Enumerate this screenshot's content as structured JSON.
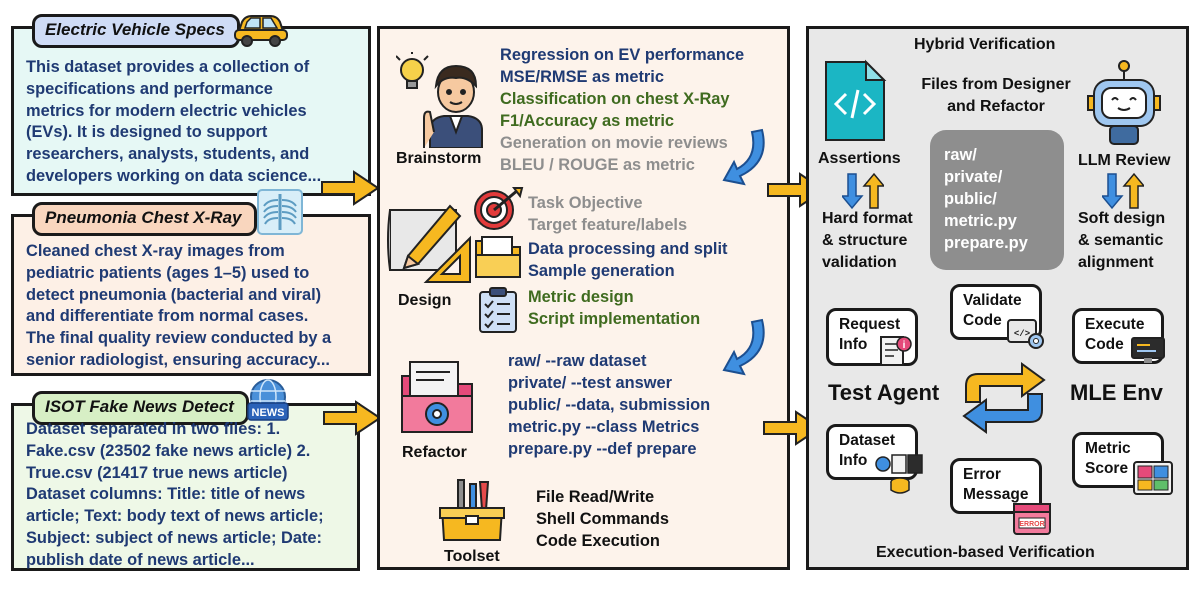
{
  "colors": {
    "navy": "#1f3a73",
    "green": "#3f6b1f",
    "gray": "#8e8e8e",
    "ev_bg": "#e6f8f5",
    "ev_title_bg": "#cfdcf6",
    "pneu_bg": "#fdf0e6",
    "pneu_title_bg": "#f9d6be",
    "isot_bg": "#eef8e7",
    "isot_title_bg": "#d7efc5",
    "mid_bg": "#fdf3eb",
    "right_bg": "#e8e8e8",
    "arrow": "#f6b820"
  },
  "datasets": {
    "ev": {
      "title": "Electric Vehicle Specs",
      "lines": [
        "This dataset provides a collection of",
        "specifications and performance",
        "metrics for modern electric vehicles",
        "(EVs). It is designed to support",
        "researchers, analysts, students, and",
        "developers working on data science..."
      ]
    },
    "pneumonia": {
      "title": "Pneumonia Chest X-Ray",
      "lines": [
        "Cleaned chest X-ray images from",
        "pediatric patients (ages 1–5) used to",
        "detect pneumonia (bacterial and viral)",
        "and differentiate from normal cases.",
        "The final quality review conducted by a",
        "senior radiologist, ensuring accuracy..."
      ]
    },
    "isot": {
      "title": "ISOT Fake News Detect",
      "lines": [
        "Dataset separated in two files: 1.",
        "Fake.csv (23502 fake news article) 2.",
        "True.csv (21417 true news article)",
        "Dataset columns: Title: title of news",
        "article; Text: body text of news article;",
        "Subject: subject of news article; Date:",
        "publish date of news article..."
      ]
    }
  },
  "middle": {
    "brainstorm": {
      "label": "Brainstorm",
      "lines": [
        {
          "text": "Regression on EV performance",
          "color": "#1f3a73"
        },
        {
          "text": "MSE/RMSE as metric",
          "color": "#1f3a73"
        },
        {
          "text": "Classification on chest X-Ray",
          "color": "#3f6b1f"
        },
        {
          "text": "F1/Accuracy as metric",
          "color": "#3f6b1f"
        },
        {
          "text": "Generation on movie reviews",
          "color": "#8e8e8e"
        },
        {
          "text": "BLEU / ROUGE as metric",
          "color": "#8e8e8e"
        }
      ]
    },
    "design": {
      "label": "Design",
      "groups": [
        {
          "lines": [
            "Task Objective",
            "Target feature/labels"
          ],
          "color": "#8e8e8e"
        },
        {
          "lines": [
            "Data processing and split",
            "Sample generation"
          ],
          "color": "#1f3a73"
        },
        {
          "lines": [
            "Metric design",
            "Script implementation"
          ],
          "color": "#3f6b1f"
        }
      ]
    },
    "refactor": {
      "label": "Refactor",
      "lines": [
        "raw/ --raw dataset",
        "private/ --test answer",
        "public/ --data, submission",
        "metric.py --class Metrics",
        "prepare.py --def prepare"
      ]
    },
    "toolset": {
      "label": "Toolset",
      "lines": [
        "File Read/Write",
        "Shell Commands",
        "Code Execution"
      ]
    }
  },
  "right": {
    "title": "Hybrid Verification",
    "files_caption": [
      "Files from Designer",
      "and Refactor"
    ],
    "files": [
      "raw/",
      "private/",
      "public/",
      "metric.py",
      "prepare.py"
    ],
    "assertions": {
      "label": "Assertions",
      "desc": [
        "Hard format",
        "& structure",
        "validation"
      ]
    },
    "llm_review": {
      "label": "LLM Review",
      "desc": [
        "Soft design",
        "& semantic",
        "alignment"
      ]
    },
    "exec": {
      "request_info": [
        "Request",
        "Info"
      ],
      "validate_code": [
        "Validate",
        "Code"
      ],
      "execute_code": [
        "Execute",
        "Code"
      ],
      "dataset_info": [
        "Dataset",
        "Info"
      ],
      "error_message": [
        "Error",
        "Message"
      ],
      "metric_score": [
        "Metric",
        "Score"
      ],
      "test_agent": "Test Agent",
      "mle_env": "MLE Env",
      "caption": "Execution-based Verification"
    }
  }
}
